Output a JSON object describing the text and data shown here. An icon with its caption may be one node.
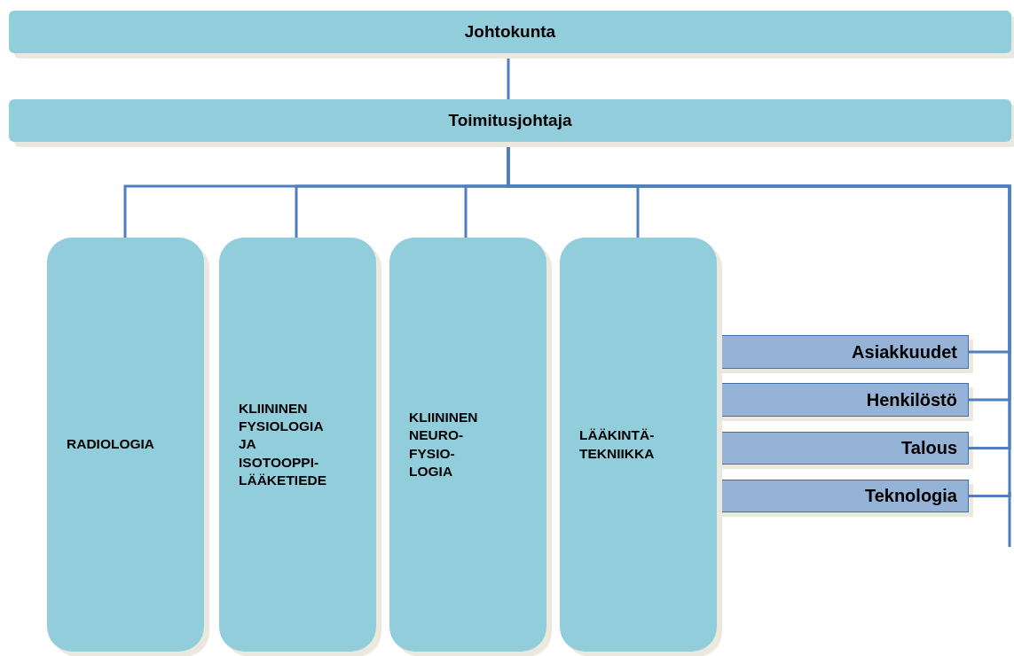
{
  "diagram": {
    "nodes": [
      {
        "text": [
          "Johtokunta"
        ]
      },
      {
        "text": [
          "Toimitusjohtaja"
        ]
      },
      {
        "text": [
          "RADIOLOGIA"
        ]
      },
      {
        "text": [
          "KLIININEN FYSIOLOGIA JA ISOTOOPPI- LÄÄKETIEDE"
        ]
      },
      {
        "text": [
          "KLIININEN NEURO- FYSIO- LOGIA"
        ]
      },
      {
        "text": [
          "LÄÄKINTÄ- TEKNIIKKA"
        ]
      },
      {
        "text": [
          "Asiakkuudet"
        ]
      },
      {
        "text": [
          "Henkilöstö"
        ]
      },
      {
        "text": [
          "Talous"
        ]
      },
      {
        "text": [
          "Teknologia"
        ]
      }
    ],
    "edges": [
      {
        "from": 0,
        "to": 1,
        "arrow": "none"
      },
      {
        "from": 1,
        "to": 2,
        "arrow": "none"
      },
      {
        "from": 1,
        "to": 3,
        "arrow": "none"
      },
      {
        "from": 1,
        "to": 4,
        "arrow": "none"
      },
      {
        "from": 1,
        "to": 5,
        "arrow": "none"
      },
      {
        "from": 1,
        "to": 6,
        "arrow": "none"
      },
      {
        "from": 1,
        "to": 7,
        "arrow": "none"
      },
      {
        "from": 1,
        "to": 8,
        "arrow": "none"
      },
      {
        "from": 1,
        "to": 9,
        "arrow": "none"
      }
    ]
  }
}
